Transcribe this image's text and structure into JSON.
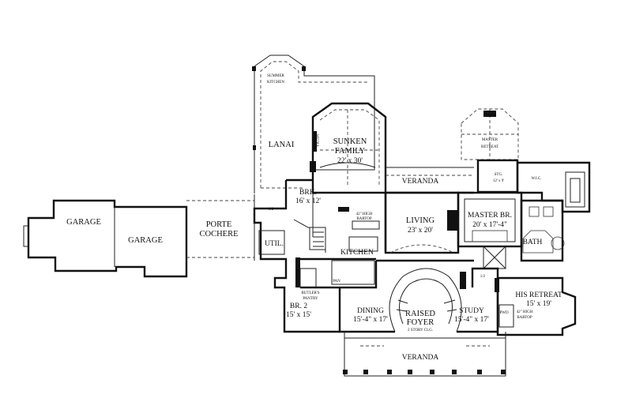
{
  "rooms": {
    "summer_kitchen": [
      "SUMMER",
      "KITCHEN"
    ],
    "lanai": "LANAI",
    "sunken_family": [
      "SUNKEN",
      "FAMILY",
      "22' x 30'"
    ],
    "master_retreat_top": [
      "MASTER",
      "RETREAT"
    ],
    "veranda_top": "VERANDA",
    "stg": [
      "STG.",
      "12' x 9'"
    ],
    "wic": "W.I.C.",
    "brk": [
      "BRK.",
      "16' x 12'"
    ],
    "half_bath_left": "1/2",
    "porte_cochere": [
      "PORTE",
      "COCHERE"
    ],
    "garage_1": "GARAGE",
    "garage_2": "GARAGE",
    "util": "UTIL.",
    "bar_note": [
      "42\" HIGH",
      "BARTOP"
    ],
    "living": [
      "LIVING",
      "23' x 20'"
    ],
    "master_br": [
      "MASTER BR.",
      "20' x 17'-4\""
    ],
    "bath": "BATH",
    "kitchen": "KITCHEN",
    "pan": "PAN",
    "butlers_pantry": [
      "BUTLER'S",
      "PANTRY"
    ],
    "br2": [
      "BR. 2",
      "15' x 15'"
    ],
    "dining": [
      "DINING",
      "15'-4\" x 17'"
    ],
    "raised_foyer": [
      "RAISED",
      "FOYER",
      "2 STORY CLG."
    ],
    "study": [
      "STUDY",
      "15'-4\" x 17'"
    ],
    "half_bath_right": "1/2",
    "pwd": "PWD",
    "retreat_bar_note": [
      "42\" HIGH",
      "BARTOP"
    ],
    "his_retreat": [
      "HIS RETREAT",
      "15' x 19'"
    ],
    "veranda_bottom": "VERANDA",
    "media": "MEDIA"
  }
}
